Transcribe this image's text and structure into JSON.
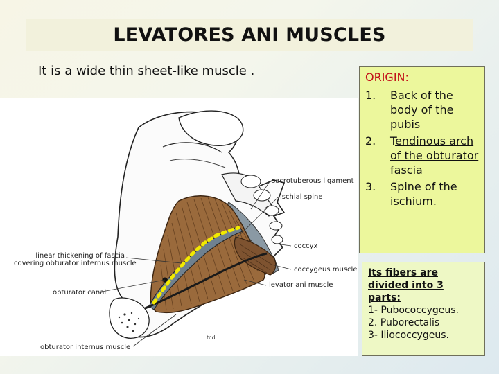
{
  "title": "LEVATORES ANI MUSCLES",
  "subtitle": "It is a wide thin sheet-like muscle .",
  "figure": {
    "labels": {
      "sacrotuberous": "sacrotuberous ligament",
      "ischial_spine": "ischial spine",
      "coccyx": "coccyx",
      "coccygeus": "coccygeus muscle",
      "levator": "levator ani muscle",
      "fascia_line1": "linear thickening of fascia",
      "fascia_line2": "covering obturator internus muscle",
      "obturator_canal": "obturator canal",
      "obturator_internus": "obturator internus muscle"
    },
    "colors": {
      "muscle": "#9a6a3c",
      "muscle_dark": "#5d3a1c",
      "ligament": "#7f8f9a",
      "fascia_dots": "#f2ea00"
    }
  },
  "origin": {
    "title": "ORIGIN:",
    "items": [
      {
        "num": "1.",
        "text": "Back of the body of the pubis"
      },
      {
        "num": "2.",
        "text_prefix": "T",
        "text_underlined": "endinous arch of the obturator fascia"
      },
      {
        "num": "3.",
        "text": "Spine of the ischium."
      }
    ]
  },
  "fibers": {
    "title": "Its fibers are divided into 3 parts:",
    "items": [
      "1- Pubococcygeus.",
      "2. Puborectalis",
      "3- Iliococcygeus."
    ]
  }
}
